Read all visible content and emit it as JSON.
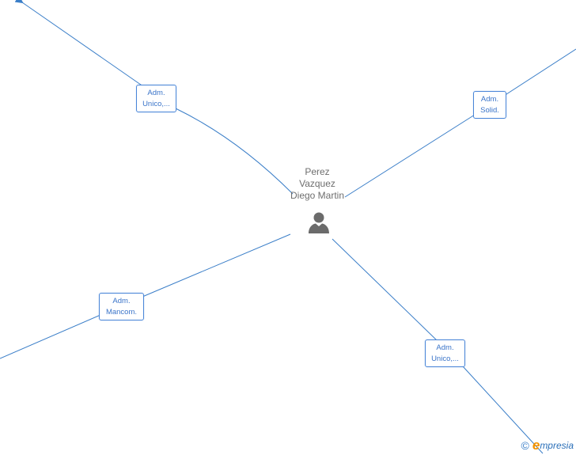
{
  "center_person": {
    "name_lines": [
      "Perez",
      "Vazquez",
      "Diego Martin"
    ]
  },
  "roles": {
    "top_left": [
      "Adm.",
      "Unico,..."
    ],
    "top_right": [
      "Adm.",
      "Solid."
    ],
    "bottom_left": [
      "Adm.",
      "Mancom."
    ],
    "bottom_right": [
      "Adm.",
      "Unico,..."
    ]
  },
  "footer": {
    "copyright_symbol": "©",
    "brand_initial": "e",
    "brand_rest": "mpresia"
  },
  "colors": {
    "edge": "#3a7ec8",
    "box_border": "#4a86d8",
    "text": "#6e6e6e"
  }
}
